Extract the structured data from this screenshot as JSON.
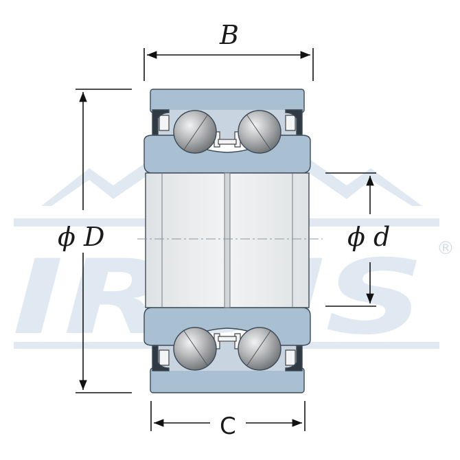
{
  "labels": {
    "width_B": "B",
    "outer_diameter": "ϕ D",
    "inner_diameter": "ϕ d",
    "width_C": "C"
  },
  "watermark": {
    "brand": "IRBIS",
    "registered": "®"
  },
  "colors": {
    "ring": "#a9bfd2",
    "ring_edge": "#3d4a56",
    "bore": "#e9ebec",
    "ball": "#a6a8aa",
    "dimension_line": "#111111",
    "watermark": "#dce6f1"
  }
}
